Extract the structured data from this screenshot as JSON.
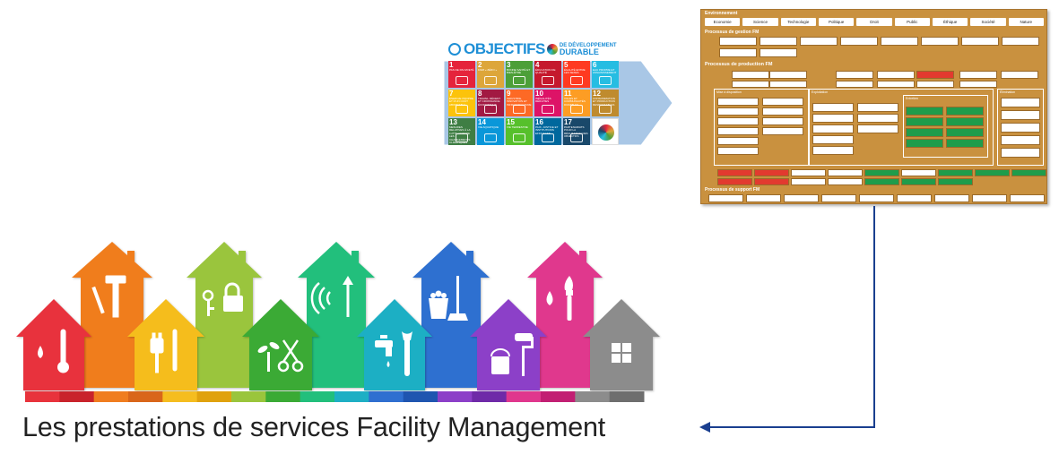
{
  "sdg": {
    "title_main": "OBJECTIFS",
    "title_sub_top": "DE DÉVELOPPEMENT",
    "title_sub_bottom": "DURABLE",
    "goals": [
      {
        "n": "1",
        "label": "PAS DE PAUVRETÉ",
        "color": "#e5243b"
      },
      {
        "n": "2",
        "label": "FAIM « ZÉRO »",
        "color": "#dda63a"
      },
      {
        "n": "3",
        "label": "BONNE SANTÉ ET BIEN-ÊTRE",
        "color": "#4c9f38"
      },
      {
        "n": "4",
        "label": "ÉDUCATION DE QUALITÉ",
        "color": "#c5192d"
      },
      {
        "n": "5",
        "label": "ÉGALITÉ ENTRE LES SEXES",
        "color": "#ff3a21"
      },
      {
        "n": "6",
        "label": "EAU PROPRE ET ASSAINISSEMENT",
        "color": "#26bde2"
      },
      {
        "n": "7",
        "label": "ÉNERGIE PROPRE ET D'UN COÛT ABORDABLE",
        "color": "#fcc30b"
      },
      {
        "n": "8",
        "label": "TRAVAIL DÉCENT ET CROISSANCE ÉCONOMIQUE",
        "color": "#a21942"
      },
      {
        "n": "9",
        "label": "INDUSTRIE, INNOVATION ET INFRASTRUCTURE",
        "color": "#fd6925"
      },
      {
        "n": "10",
        "label": "INÉGALITÉS RÉDUITES",
        "color": "#dd1367"
      },
      {
        "n": "11",
        "label": "VILLES ET COMMUNAUTÉS DURABLES",
        "color": "#fd9d24"
      },
      {
        "n": "12",
        "label": "CONSOMMATION ET PRODUCTION RESPONSABLES",
        "color": "#bf8b2e"
      },
      {
        "n": "13",
        "label": "MESURES RELATIVES À LA LUTTE CONTRE LES CHANGEMENTS CLIMATIQUES",
        "color": "#3f7e44"
      },
      {
        "n": "14",
        "label": "VIE AQUATIQUE",
        "color": "#0a97d9"
      },
      {
        "n": "15",
        "label": "VIE TERRESTRE",
        "color": "#56c02b"
      },
      {
        "n": "16",
        "label": "PAIX, JUSTICE ET INSTITUTIONS EFFICACES",
        "color": "#00689d"
      },
      {
        "n": "17",
        "label": "PARTENARIATS POUR LA RÉALISATION DES OBJECTIFS",
        "color": "#19486a"
      },
      {
        "n": "",
        "label": "",
        "color": "#ffffff"
      }
    ]
  },
  "fm": {
    "env_title": "Environnement",
    "env_items": [
      "Economie",
      "Science",
      "Technologie",
      "Politique",
      "Droit",
      "Public",
      "Éthique",
      "Société",
      "Nature"
    ],
    "gestion_title": "Processus de gestion FM",
    "production_title": "Processus de production FM",
    "support_title": "Processus de support FM",
    "mise_disposition": "Mise à disposition",
    "exploitation": "Exploitation",
    "entretien": "Entretien",
    "elimination": "Élimination"
  },
  "caption": "Les prestations de services Facility Management",
  "colors": {
    "arrow": "#1a3f8f",
    "sdg_arrow": "#a9c7e6",
    "fm_panel": "#c9913f"
  }
}
